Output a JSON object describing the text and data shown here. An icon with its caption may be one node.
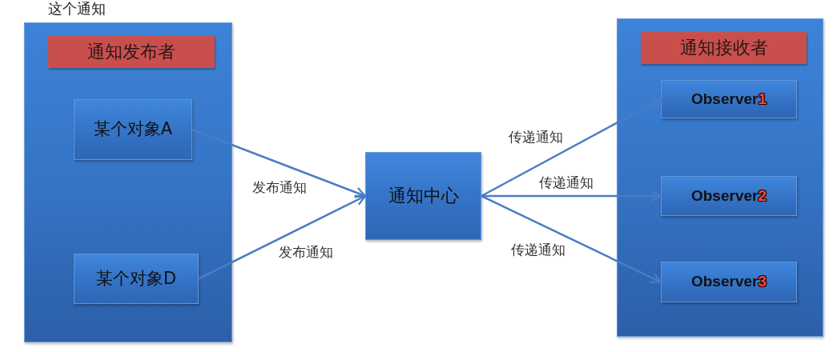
{
  "diagram": {
    "nodes": [
      {
        "text": [],
        "shape": "box"
      },
      {
        "text": [
          "通知发布者"
        ],
        "in": 0
      },
      {
        "text": [
          "某个对象A"
        ],
        "in": 0
      },
      {
        "text": [
          "某个对象D"
        ],
        "in": 0
      },
      {
        "text": [
          "通知中心"
        ]
      },
      {
        "text": [],
        "shape": "box"
      },
      {
        "text": [
          "通知接收者"
        ],
        "in": 5
      },
      {
        "text": [
          "Observer1"
        ],
        "in": 5
      },
      {
        "text": [
          "Observer2"
        ],
        "in": 5
      },
      {
        "text": [
          "Observer3"
        ],
        "in": 5
      }
    ],
    "edges": [
      {
        "from": 2,
        "to": 4,
        "arrow": "to",
        "label": "发布通知"
      },
      {
        "from": 3,
        "to": 4,
        "arrow": "to",
        "label": "发布通知"
      },
      {
        "from": 4,
        "to": 7,
        "arrow": "to",
        "label": "传递通知"
      },
      {
        "from": 4,
        "to": 8,
        "arrow": "to",
        "label": "传递通知"
      },
      {
        "from": 4,
        "to": 9,
        "arrow": "to",
        "label": "传递通知"
      }
    ],
    "labels": [
      "这个通知"
    ]
  }
}
